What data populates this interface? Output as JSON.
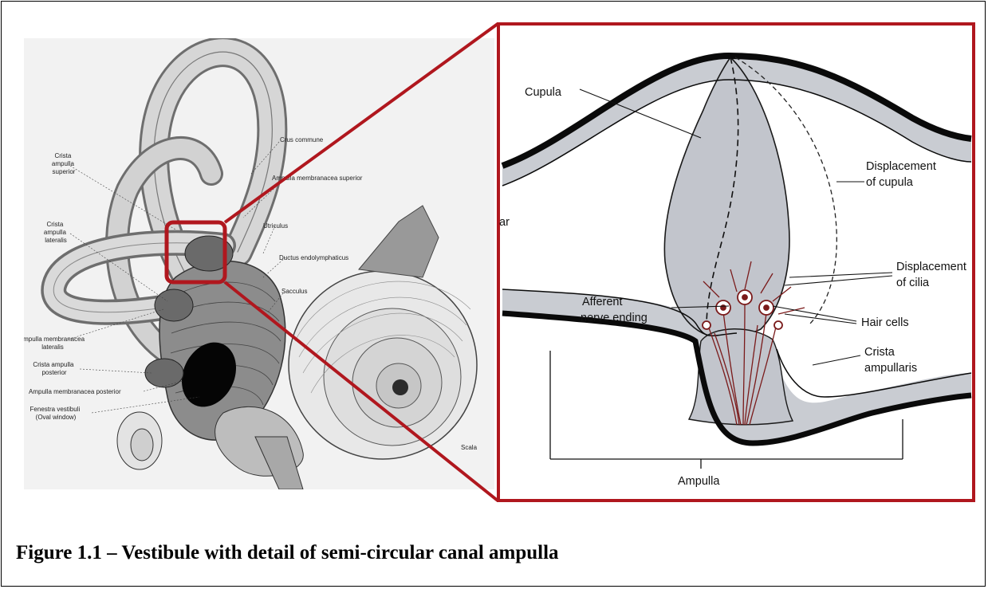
{
  "caption": "Figure 1.1 – Vestibule with detail of semi-circular canal ampulla",
  "left_labels": {
    "crista_ampulla_superior": [
      "Crista",
      "ampulla",
      "superior"
    ],
    "crus_commune": "Crus commune",
    "ampulla_membranacea_superior": "Ampulla membranacea superior",
    "crista_ampulla_lateralis": [
      "Crista",
      "ampulla",
      "lateralis"
    ],
    "utriculus": "Utriculus",
    "ductus_endolymphaticus": "Ductus endolymphaticus",
    "sacculus": "Sacculus",
    "ampulla_membranacea_lateralis": [
      "Ampulla membranacea",
      "lateralis"
    ],
    "crista_ampulla_posterior": [
      "Crista ampulla",
      "posterior"
    ],
    "ampulla_membranacea_posterior": "Ampulla membranacea posterior",
    "fenestra_vestibuli": [
      "Fenestra vestibuli",
      "(Oval window)"
    ],
    "scala": "Scala"
  },
  "detail_labels": {
    "cupula": "Cupula",
    "displacement_of_cupula": [
      "Displacement",
      "of cupula"
    ],
    "displacement_of_cilia": [
      "Displacement",
      "of cilia"
    ],
    "afferent_nerve_ending": [
      "Afferent",
      "nerve ending"
    ],
    "hair_cells": "Hair cells",
    "crista_ampullaris": [
      "Crista",
      "ampullaris"
    ],
    "ampulla": "Ampulla",
    "cut_off_text": "ar"
  },
  "colors": {
    "highlight": "#b0171e",
    "membrane": "#c9ccd2",
    "hair_fibers": "#7a1a1a"
  }
}
